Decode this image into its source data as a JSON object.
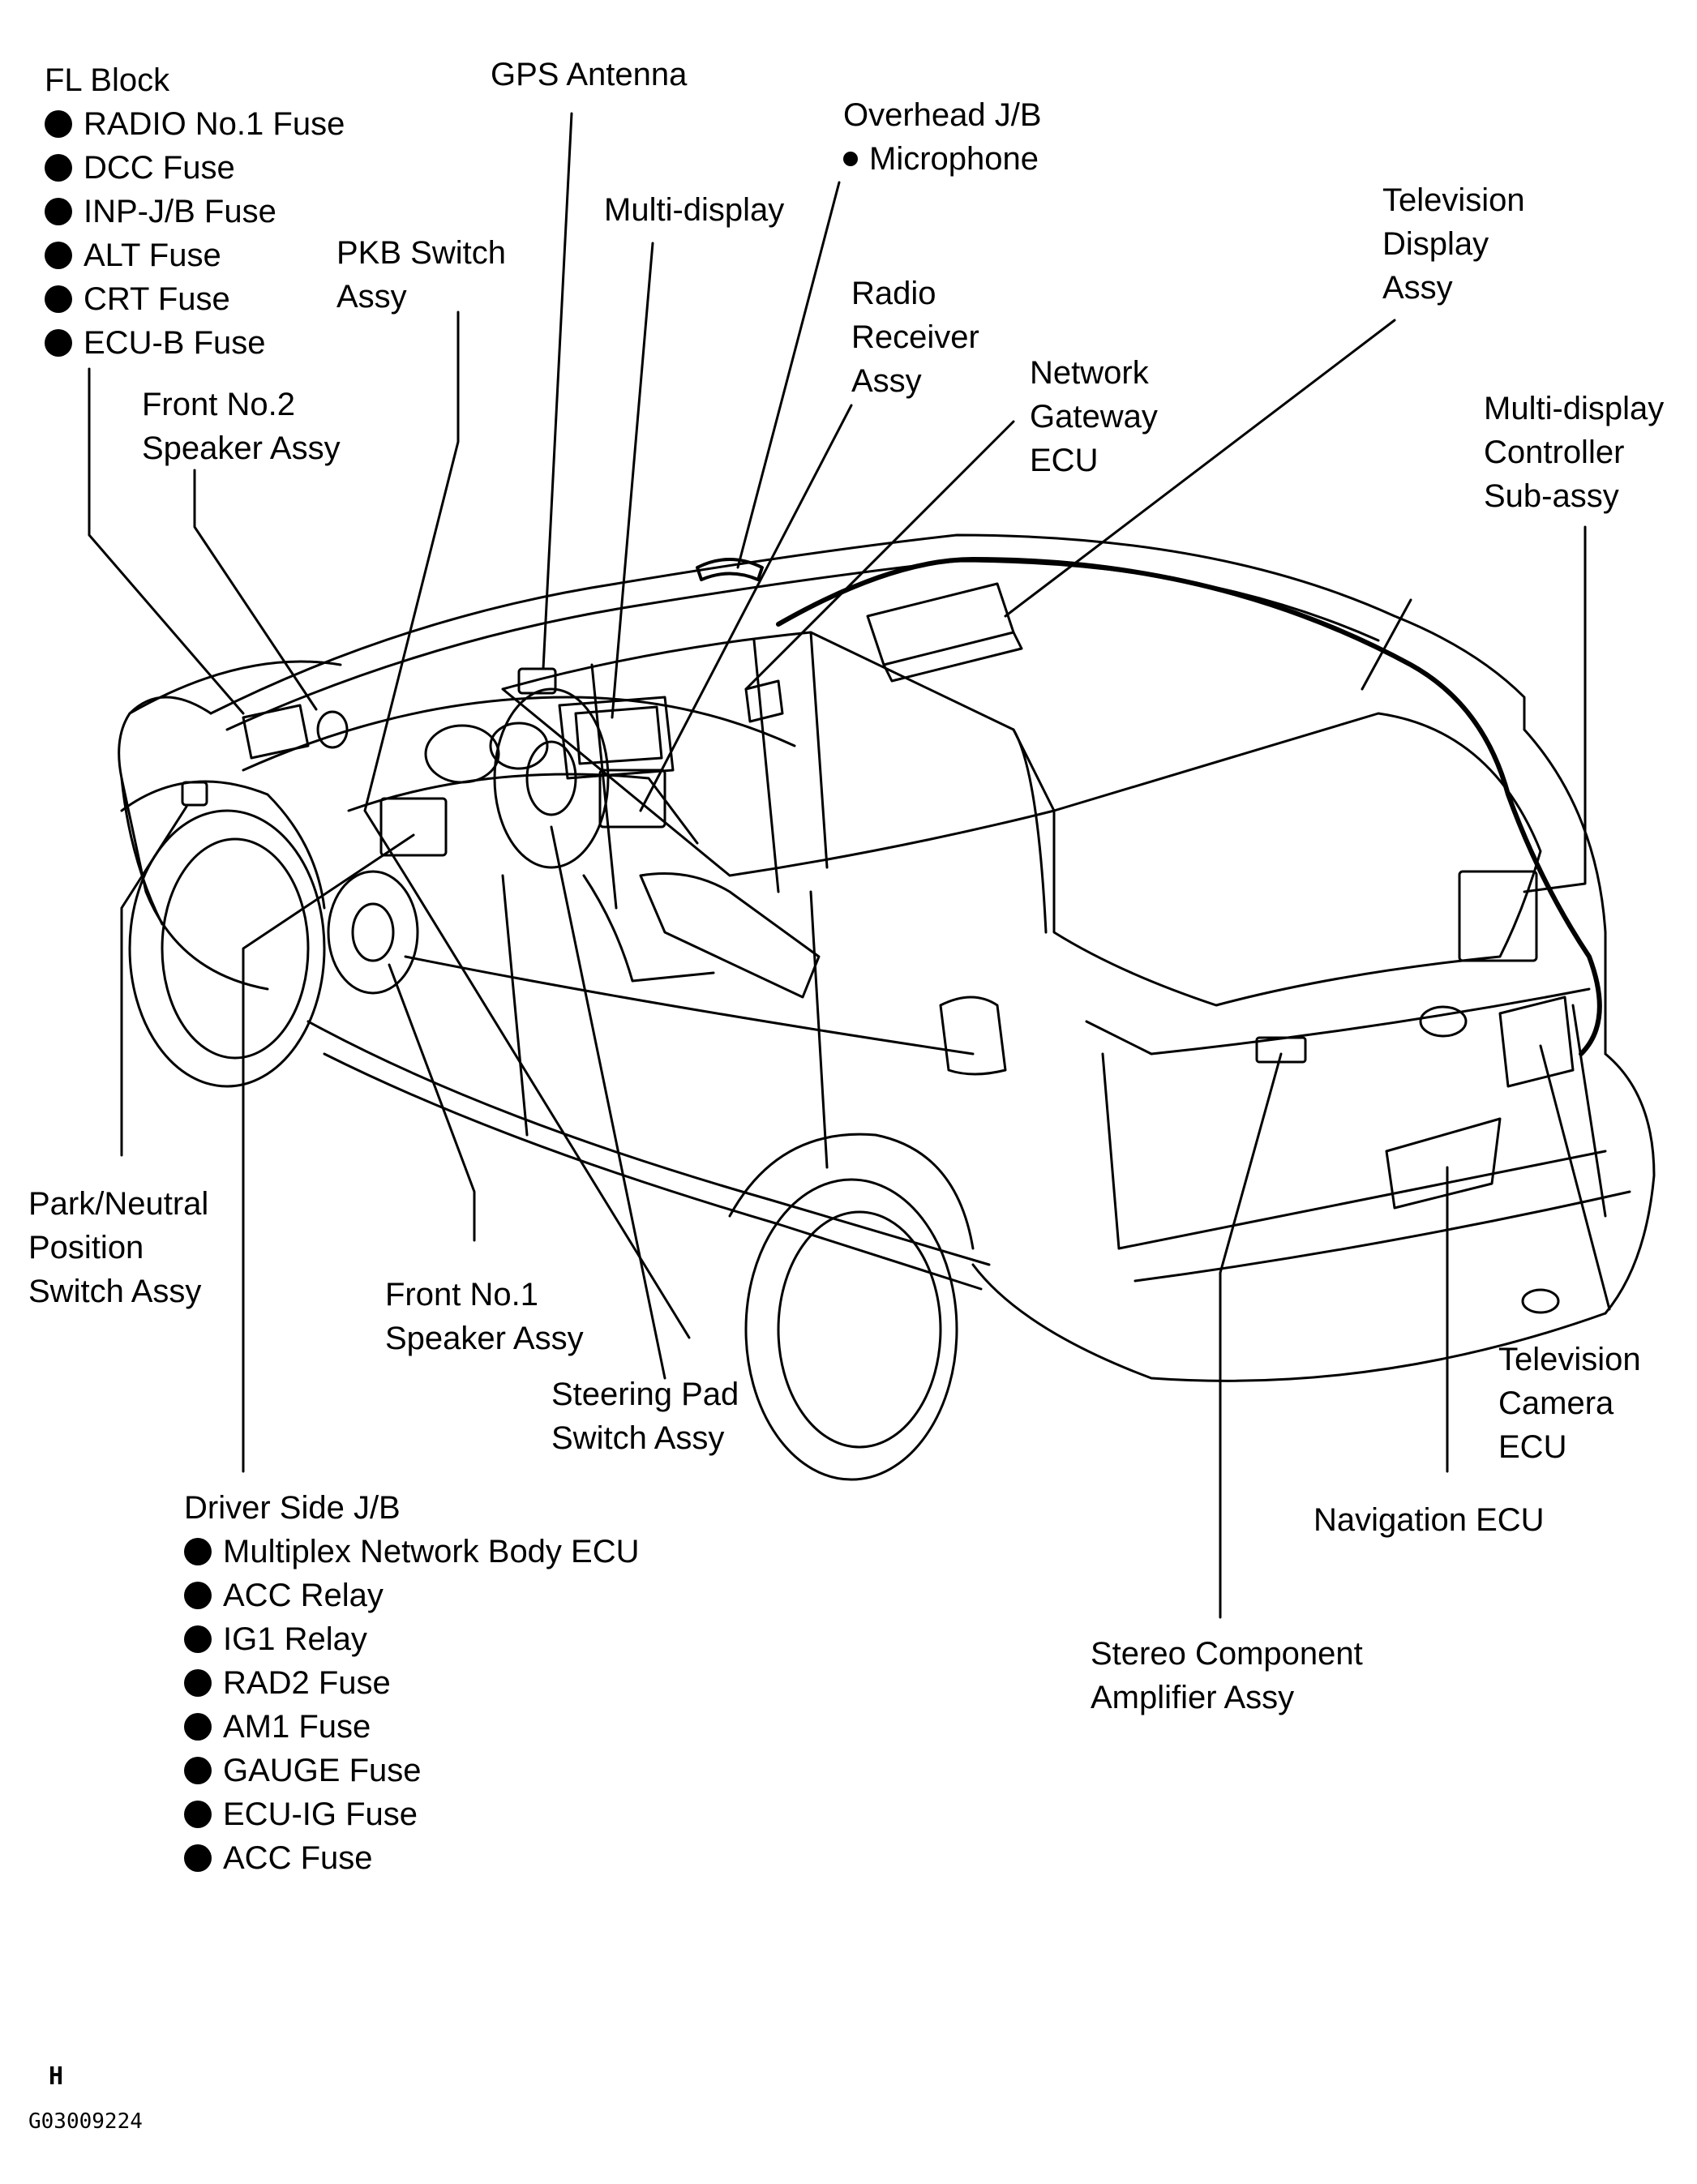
{
  "labels": {
    "fl_block": {
      "title": "FL Block",
      "items": [
        "RADIO No.1 Fuse",
        "DCC Fuse",
        "INP-J/B Fuse",
        "ALT Fuse",
        "CRT Fuse",
        "ECU-B Fuse"
      ]
    },
    "gps_antenna": "GPS Antenna",
    "overhead_jb": {
      "title": "Overhead J/B",
      "items": [
        "Microphone"
      ]
    },
    "multi_display": "Multi-display",
    "pkb_switch": [
      "PKB Switch",
      "Assy"
    ],
    "radio_receiver": [
      "Radio",
      "Receiver",
      "Assy"
    ],
    "network_gateway": [
      "Network",
      "Gateway",
      "ECU"
    ],
    "television_display": [
      "Television",
      "Display",
      "Assy"
    ],
    "multi_display_controller": [
      "Multi-display",
      "Controller",
      "Sub-assy"
    ],
    "front_no2_speaker": [
      "Front No.2",
      "Speaker Assy"
    ],
    "park_neutral": [
      "Park/Neutral",
      "Position",
      "Switch Assy"
    ],
    "front_no1_speaker": [
      "Front No.1",
      "Speaker Assy"
    ],
    "steering_pad": [
      "Steering Pad",
      "Switch Assy"
    ],
    "television_camera": [
      "Television",
      "Camera",
      "ECU"
    ],
    "navigation_ecu": "Navigation ECU",
    "stereo_amplifier": [
      "Stereo Component",
      "Amplifier Assy"
    ],
    "driver_side_jb": {
      "title": "Driver Side J/B",
      "items": [
        "Multiplex Network Body ECU",
        "ACC Relay",
        "IG1 Relay",
        "RAD2 Fuse",
        "AM1 Fuse",
        "GAUGE Fuse",
        "ECU-IG Fuse",
        "ACC Fuse"
      ]
    }
  },
  "footer": {
    "mark": "H",
    "code": "G03009224"
  }
}
